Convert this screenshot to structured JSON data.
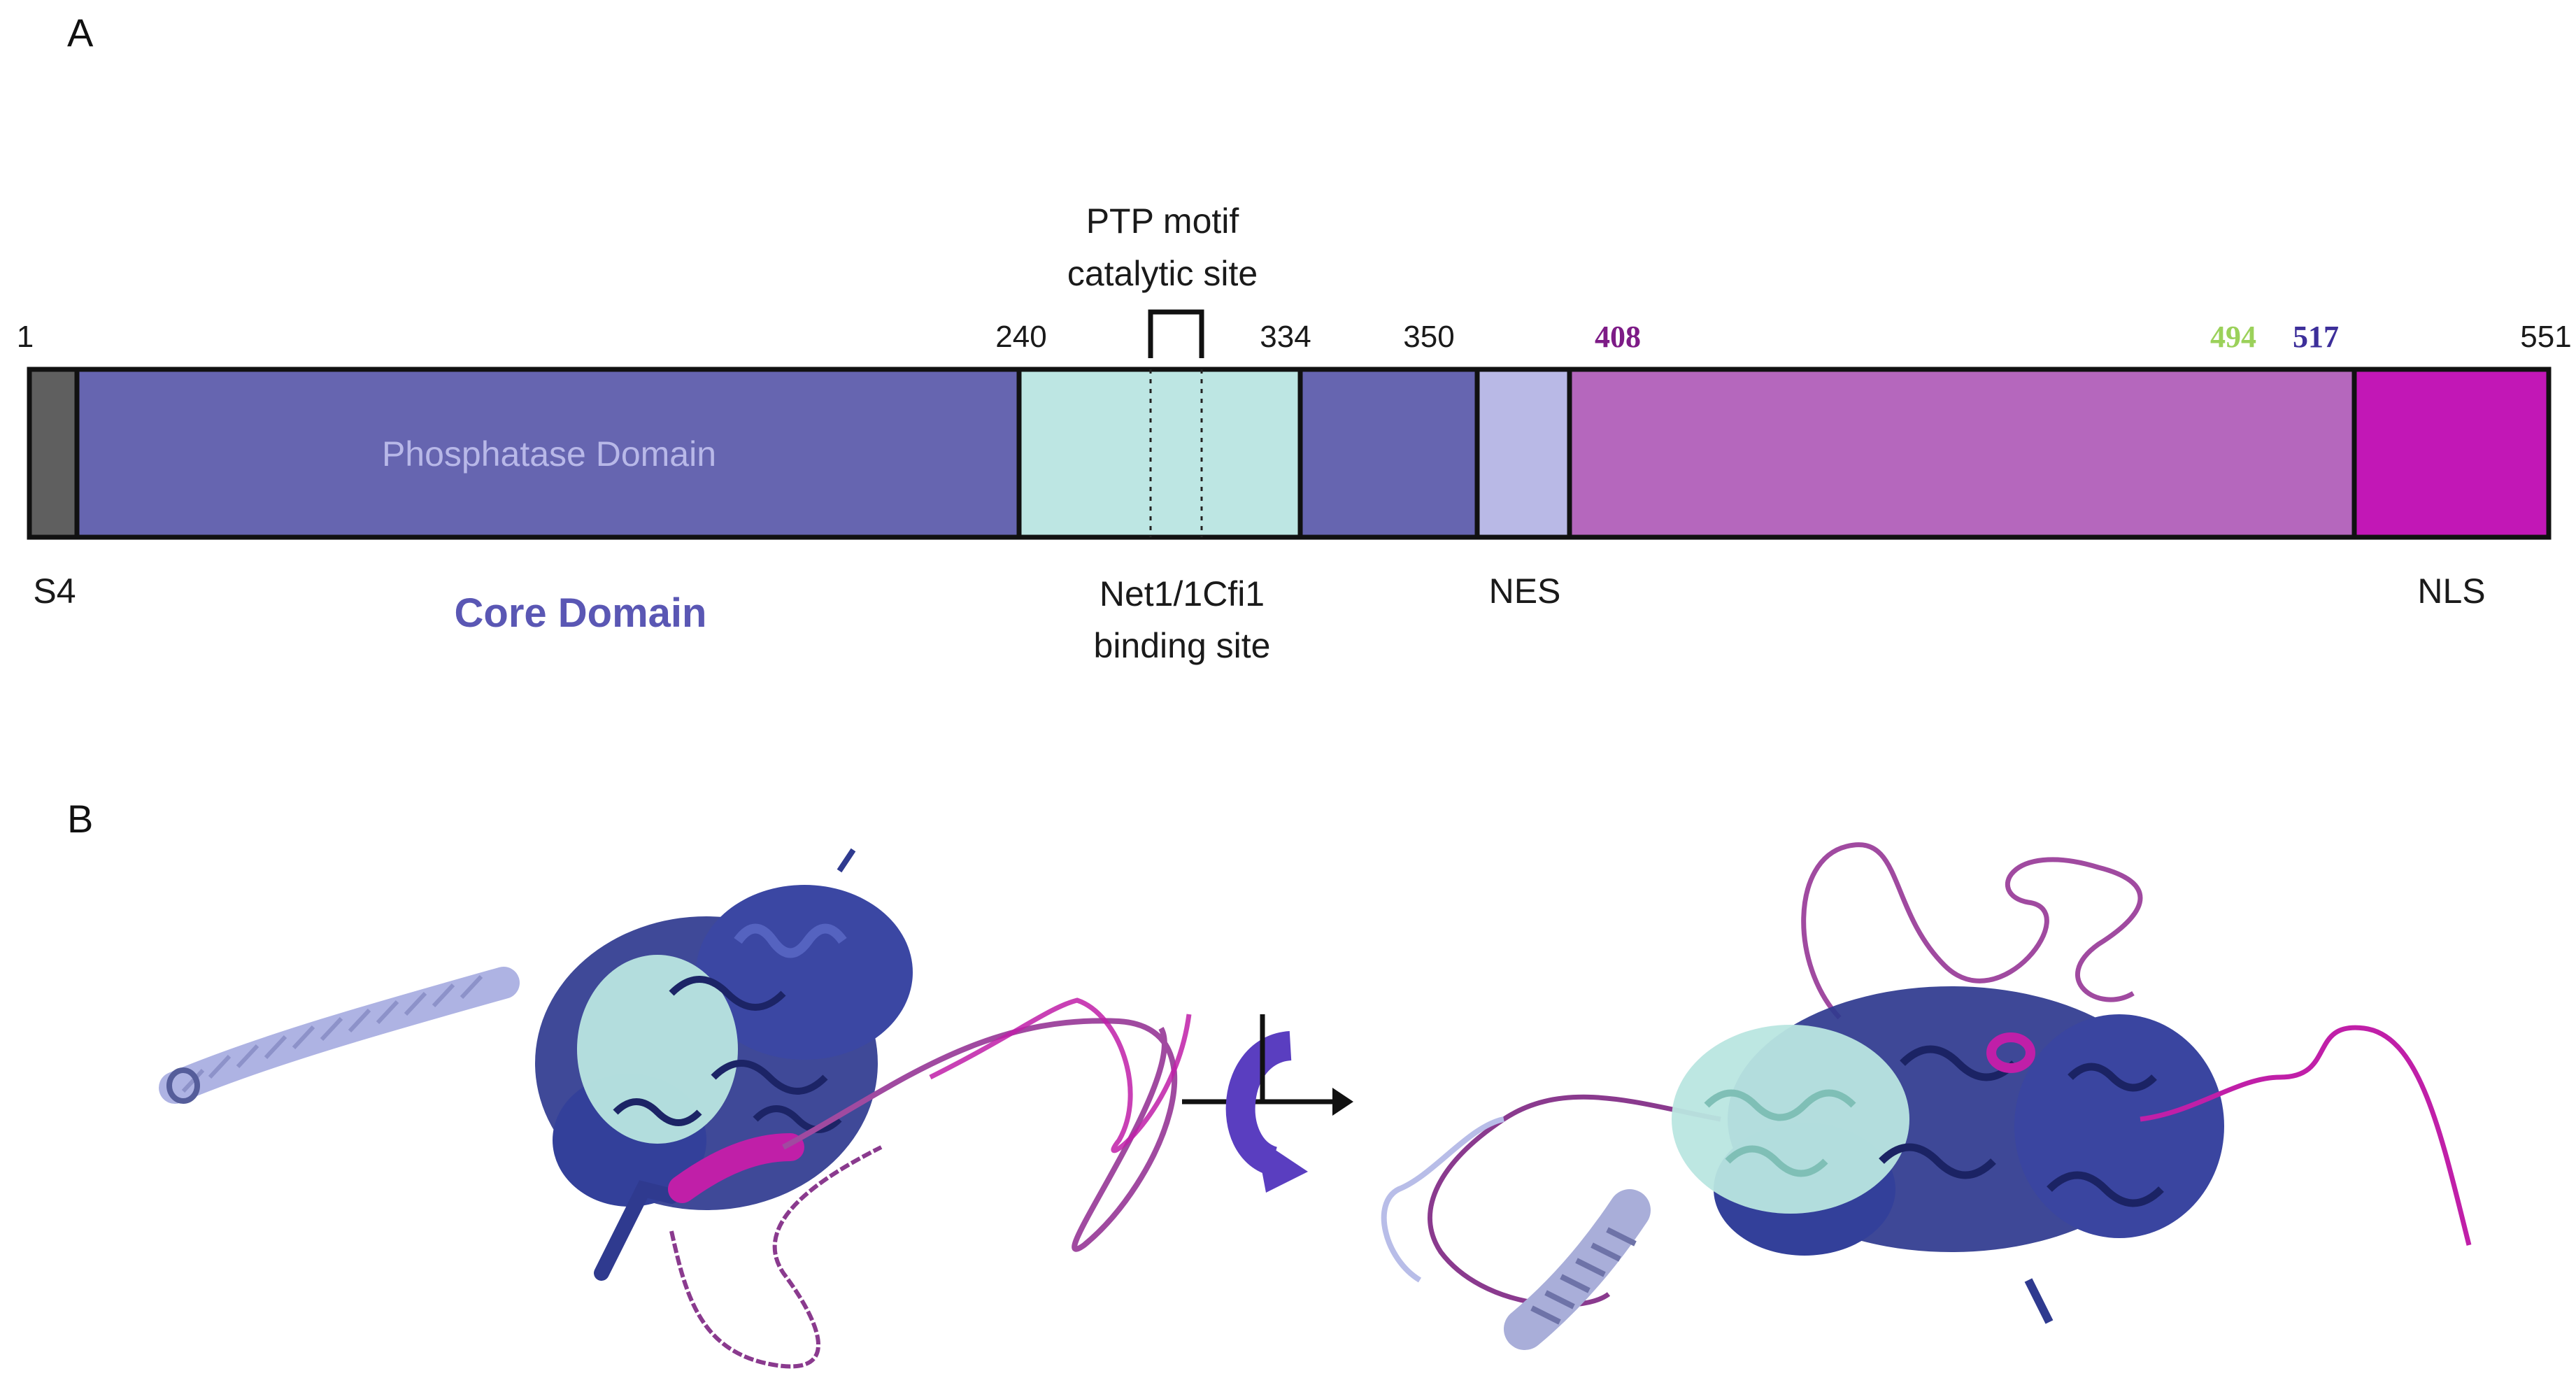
{
  "panels": {
    "a": "A",
    "b": "B"
  },
  "domain_map": {
    "positions": {
      "start": "1",
      "binding_start": "240",
      "binding_end": "334",
      "core_end": "350",
      "region_408": "408",
      "region_494": "494",
      "region_517": "517",
      "end": "551"
    },
    "position_colors": {
      "region_408": "#7d1b86",
      "region_494": "#9bd15a",
      "region_517": "#3d2f9a"
    },
    "phosphatase_domain_label": "Phosphatase Domain",
    "core_domain_label": "Core Domain",
    "ptp_motif_label": [
      "PTP motif",
      "catalytic site"
    ],
    "binding_site_label": [
      "Net1/1Cfi1",
      "binding site"
    ],
    "s4_label": "S4",
    "nes_label": "NES",
    "nls_label": "NLS",
    "colors": {
      "s4": "#5f5f5f",
      "core": "#6665b0",
      "binding": "#bde6e3",
      "nes": "#b9b9e6",
      "c_terminal": "#b567bd",
      "nls": "#c217b6",
      "phosphatase_text": "#b8b8e8",
      "core_domain_text": "#5a57b4"
    }
  },
  "structure_views": {
    "colors": {
      "core": "#2f3a8f",
      "binding": "#b9e6e0",
      "nes_helix": "#b8bde8",
      "loop": "#8a3a8e",
      "nls": "#c01fa8",
      "arrow": "#5a3ec0"
    },
    "icons": [
      "rotation-arrow-icon"
    ]
  }
}
